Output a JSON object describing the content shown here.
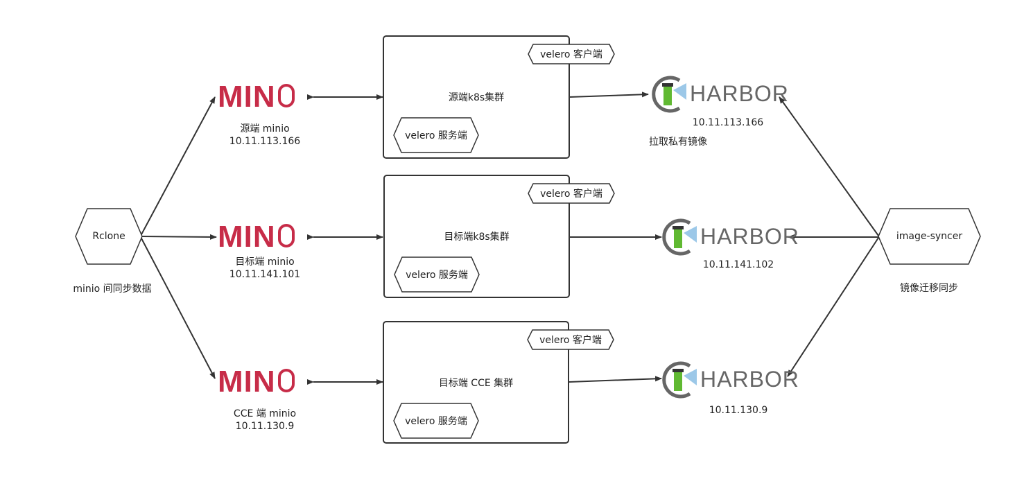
{
  "rclone": {
    "label": "Rclone",
    "caption": "minio 间同步数据"
  },
  "image_syncer": {
    "label": "image-syncer",
    "caption": "镜像迁移同步"
  },
  "minio_nodes": [
    {
      "brand": "MIN",
      "caption": "源端 minio",
      "ip": "10.11.113.166"
    },
    {
      "brand": "MIN",
      "caption": "目标端 minio",
      "ip": "10.11.141.101"
    },
    {
      "brand": "MIN",
      "caption": "CCE 端 minio",
      "ip": "10.11.130.9"
    }
  ],
  "clusters": [
    {
      "title": "源端k8s集群",
      "client": "velero 客户端",
      "server": "velero 服务端"
    },
    {
      "title": "目标端k8s集群",
      "client": "velero 客户端",
      "server": "velero 服务端"
    },
    {
      "title": "目标端 CCE 集群",
      "client": "velero 客户端",
      "server": "velero 服务端"
    }
  ],
  "harbors": [
    {
      "brand": "HARBOR",
      "ip": "10.11.113.166",
      "note": "拉取私有镜像"
    },
    {
      "brand": "HARBOR",
      "ip": "10.11.141.102"
    },
    {
      "brand": "HARBOR",
      "ip": "10.11.130.9"
    }
  ],
  "colors": {
    "minio_red": "#c72c48",
    "harbor_gray": "#666666",
    "harbor_green": "#60b932",
    "harbor_blue": "#4a9bd6",
    "line": "#333333"
  }
}
